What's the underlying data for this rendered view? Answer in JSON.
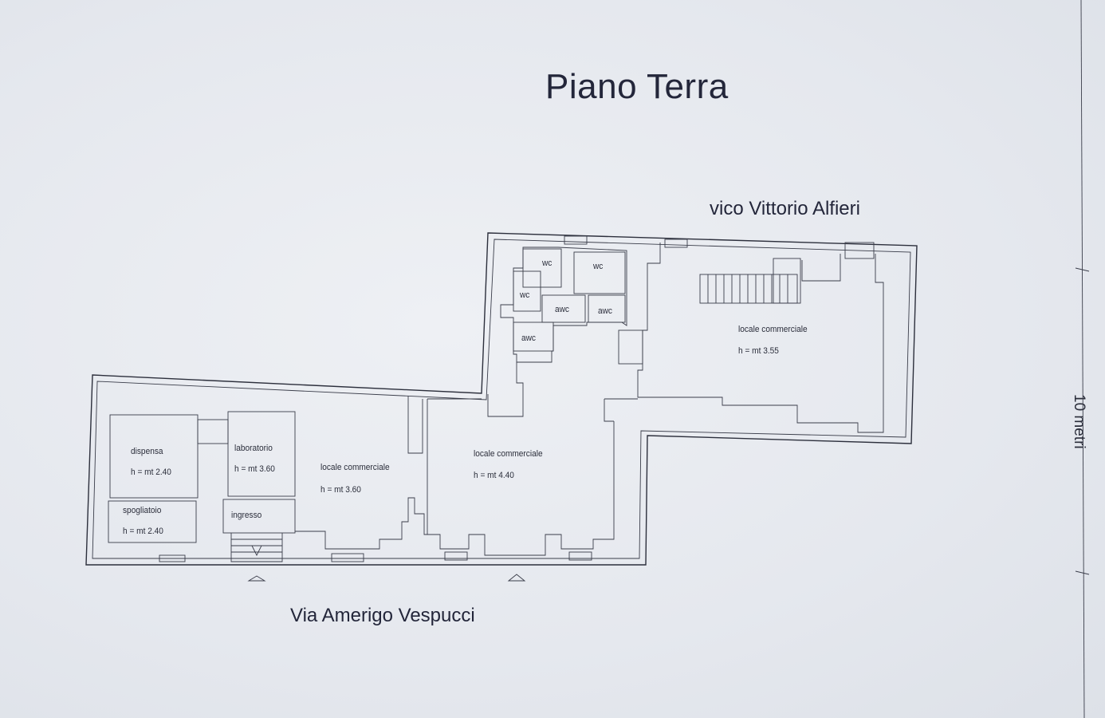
{
  "title": "Piano Terra",
  "streets": {
    "north": "vico Vittorio Alfieri",
    "south": "Via Amerigo Vespucci"
  },
  "margin_note": "10 metri",
  "rooms": {
    "dispensa": {
      "name": "dispensa",
      "height": "h = mt 2.40"
    },
    "spogliatoio": {
      "name": "spogliatoio",
      "height": "h = mt 2.40"
    },
    "laboratorio": {
      "name": "laboratorio",
      "height": "h = mt 3.60"
    },
    "ingresso": {
      "name": "ingresso"
    },
    "locale1": {
      "name": "locale commerciale",
      "height": "h = mt 3.60"
    },
    "locale2": {
      "name": "locale commerciale",
      "height": "h = mt 4.40"
    },
    "locale3": {
      "name": "locale commerciale",
      "height": "h = mt 3.55"
    },
    "wc1": {
      "name": "wc"
    },
    "wc2": {
      "name": "wc"
    },
    "wc3": {
      "name": "wc"
    },
    "awc1": {
      "name": "awc"
    },
    "awc2": {
      "name": "awc"
    },
    "awc3": {
      "name": "awc"
    }
  }
}
